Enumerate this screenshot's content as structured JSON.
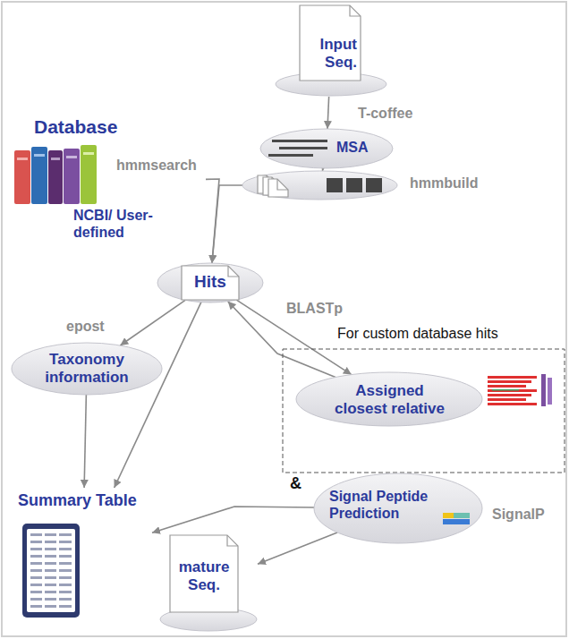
{
  "diagram": {
    "nodes": [
      {
        "text": [
          "Input Seq."
        ]
      },
      {
        "text": [
          "MSA"
        ]
      },
      {
        "text": [
          "Database",
          "NCBI/ User-defined"
        ]
      },
      {
        "text": [
          "hmmbuild"
        ]
      },
      {
        "text": [
          "Hits"
        ]
      },
      {
        "text": [
          "Taxonomy information"
        ]
      },
      {
        "text": [
          "For custom database hits"
        ]
      },
      {
        "text": [
          "Assigned closest relative"
        ],
        "in": 6
      },
      {
        "text": [
          "Signal Peptide Prediction"
        ]
      },
      {
        "text": [
          "Summary Table"
        ]
      },
      {
        "text": [
          "mature Seq."
        ]
      }
    ],
    "edges": [
      {
        "from": 0,
        "to": 1,
        "label": "T-coffee",
        "arrow": "to"
      },
      {
        "from": 1,
        "to": 3,
        "arrow": "to"
      },
      {
        "from": 3,
        "to": 4,
        "arrow": "to"
      },
      {
        "from": 2,
        "to": 4,
        "label": "hmmsearch",
        "arrow": "to"
      },
      {
        "from": 4,
        "to": 5,
        "label": "epost",
        "arrow": "to"
      },
      {
        "from": 4,
        "to": 7,
        "label": "BLASTp",
        "arrow": "to"
      },
      {
        "from": 7,
        "to": 4,
        "arrow": "to"
      },
      {
        "from": 4,
        "to": 9,
        "arrow": "to"
      },
      {
        "from": 5,
        "to": 9,
        "arrow": "to"
      },
      {
        "from": 8,
        "to": 9,
        "arrow": "to"
      },
      {
        "from": 8,
        "to": 10,
        "arrow": "to"
      }
    ],
    "labels": [
      "&",
      "SignalP"
    ]
  }
}
